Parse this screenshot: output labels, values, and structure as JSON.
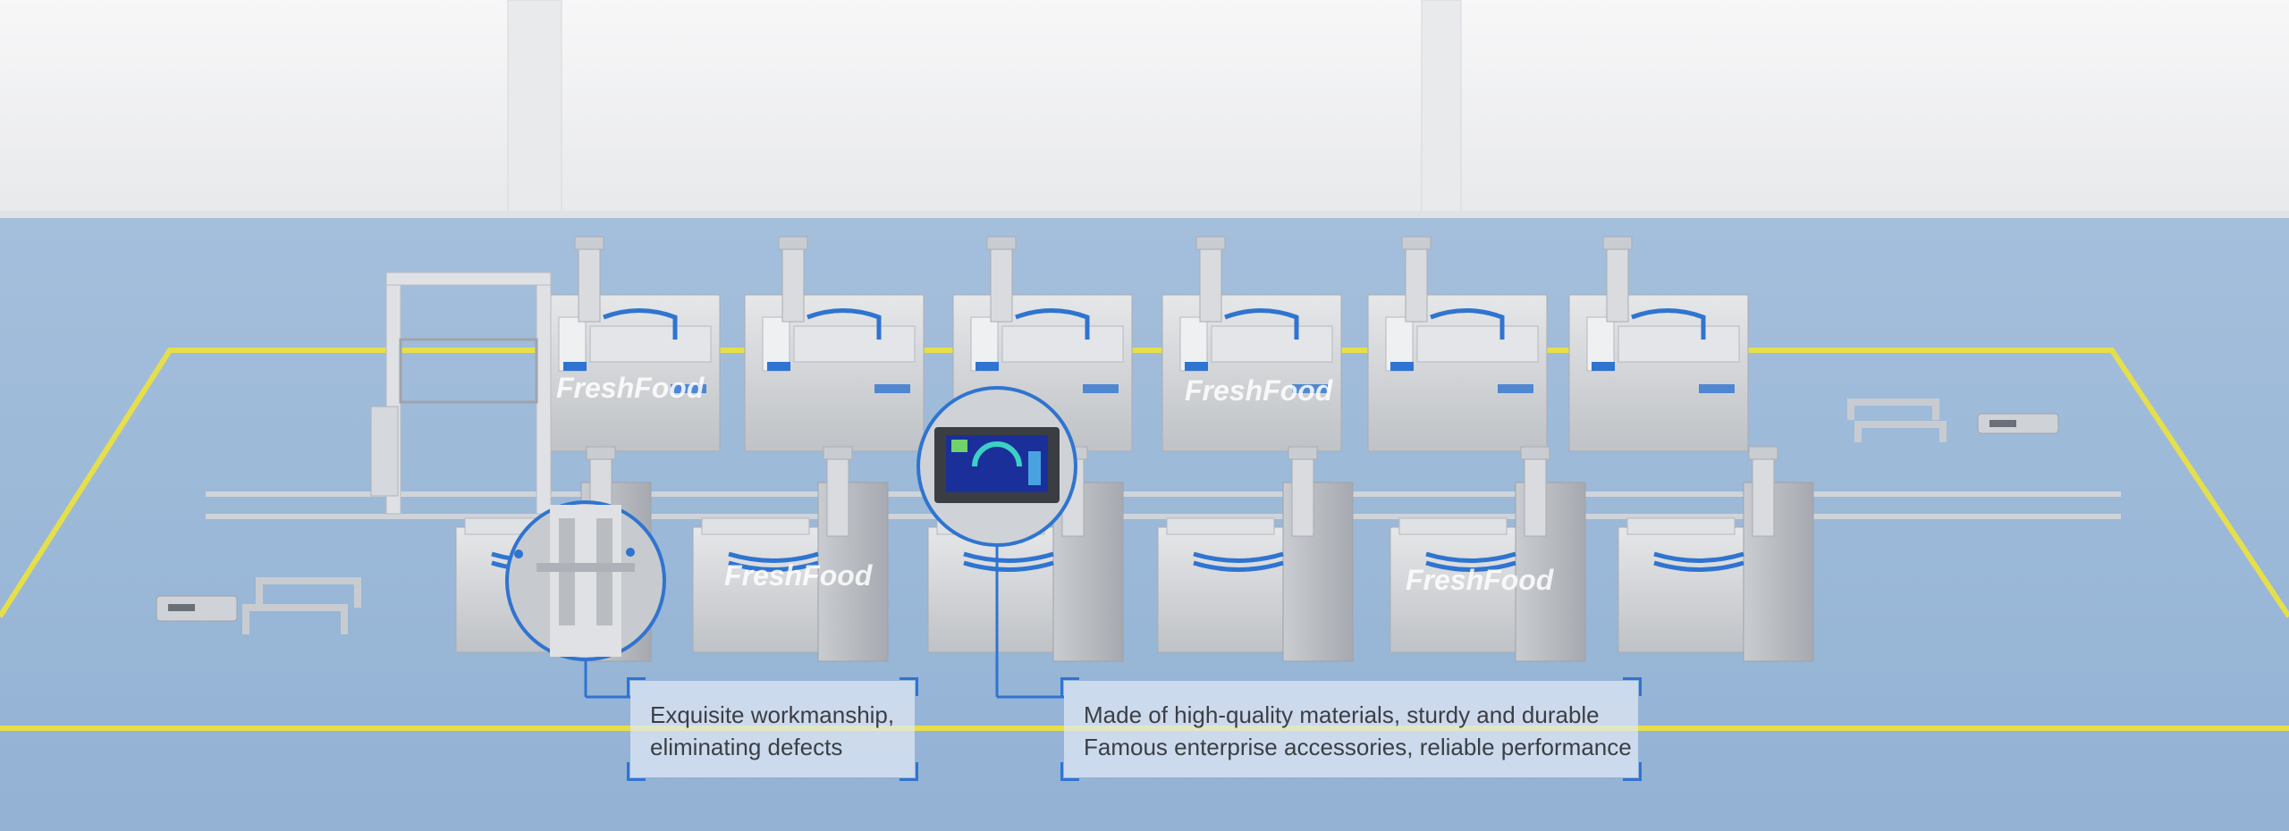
{
  "brand": {
    "logo_text": "FreshFood"
  },
  "colors": {
    "wall": "#f2f3f4",
    "floor": "#9bb8d7",
    "floor_line": "#e6df4a",
    "accent_blue": "#2f74d0",
    "steel": "#d4d6d9",
    "steel_dark": "#a9adb3"
  },
  "callouts": [
    {
      "lines": [
        "Exquisite  workmanship,",
        "eliminating defects"
      ]
    },
    {
      "lines": [
        "Made of high-quality materials, sturdy and durable",
        "Famous enterprise accessories, reliable performance"
      ]
    }
  ]
}
